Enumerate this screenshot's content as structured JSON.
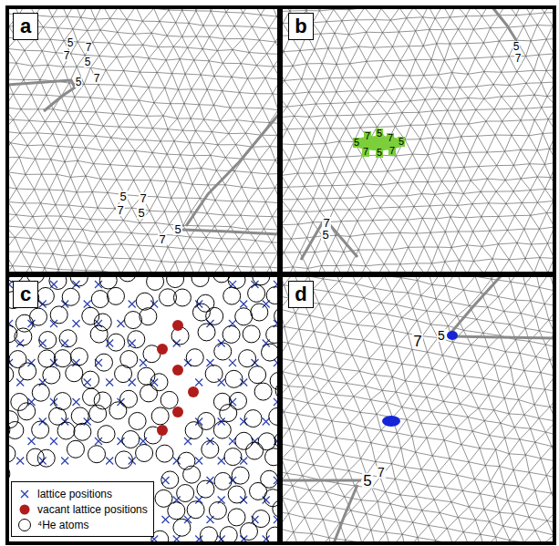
{
  "diagram": {
    "nodes": [
      {
        "text": [
          "a"
        ]
      },
      {
        "text": [
          "b"
        ]
      },
      {
        "text": [
          "c"
        ]
      },
      {
        "text": [
          "d"
        ]
      }
    ],
    "labels": [
      "5",
      "7",
      "7",
      "5",
      "5",
      "7",
      "5",
      "7",
      "7",
      "5",
      "7",
      "5",
      "5",
      "7",
      "5",
      "7",
      "5",
      "7",
      "5",
      "7",
      "5",
      "7",
      "7",
      "5",
      "7",
      "5",
      "5",
      "7"
    ],
    "legend": [
      {
        "text": "lattice positions"
      },
      {
        "text": "vacant lattice positions",
        "color": "#b01c1c"
      },
      {
        "text": "⁴He atoms"
      }
    ]
  }
}
